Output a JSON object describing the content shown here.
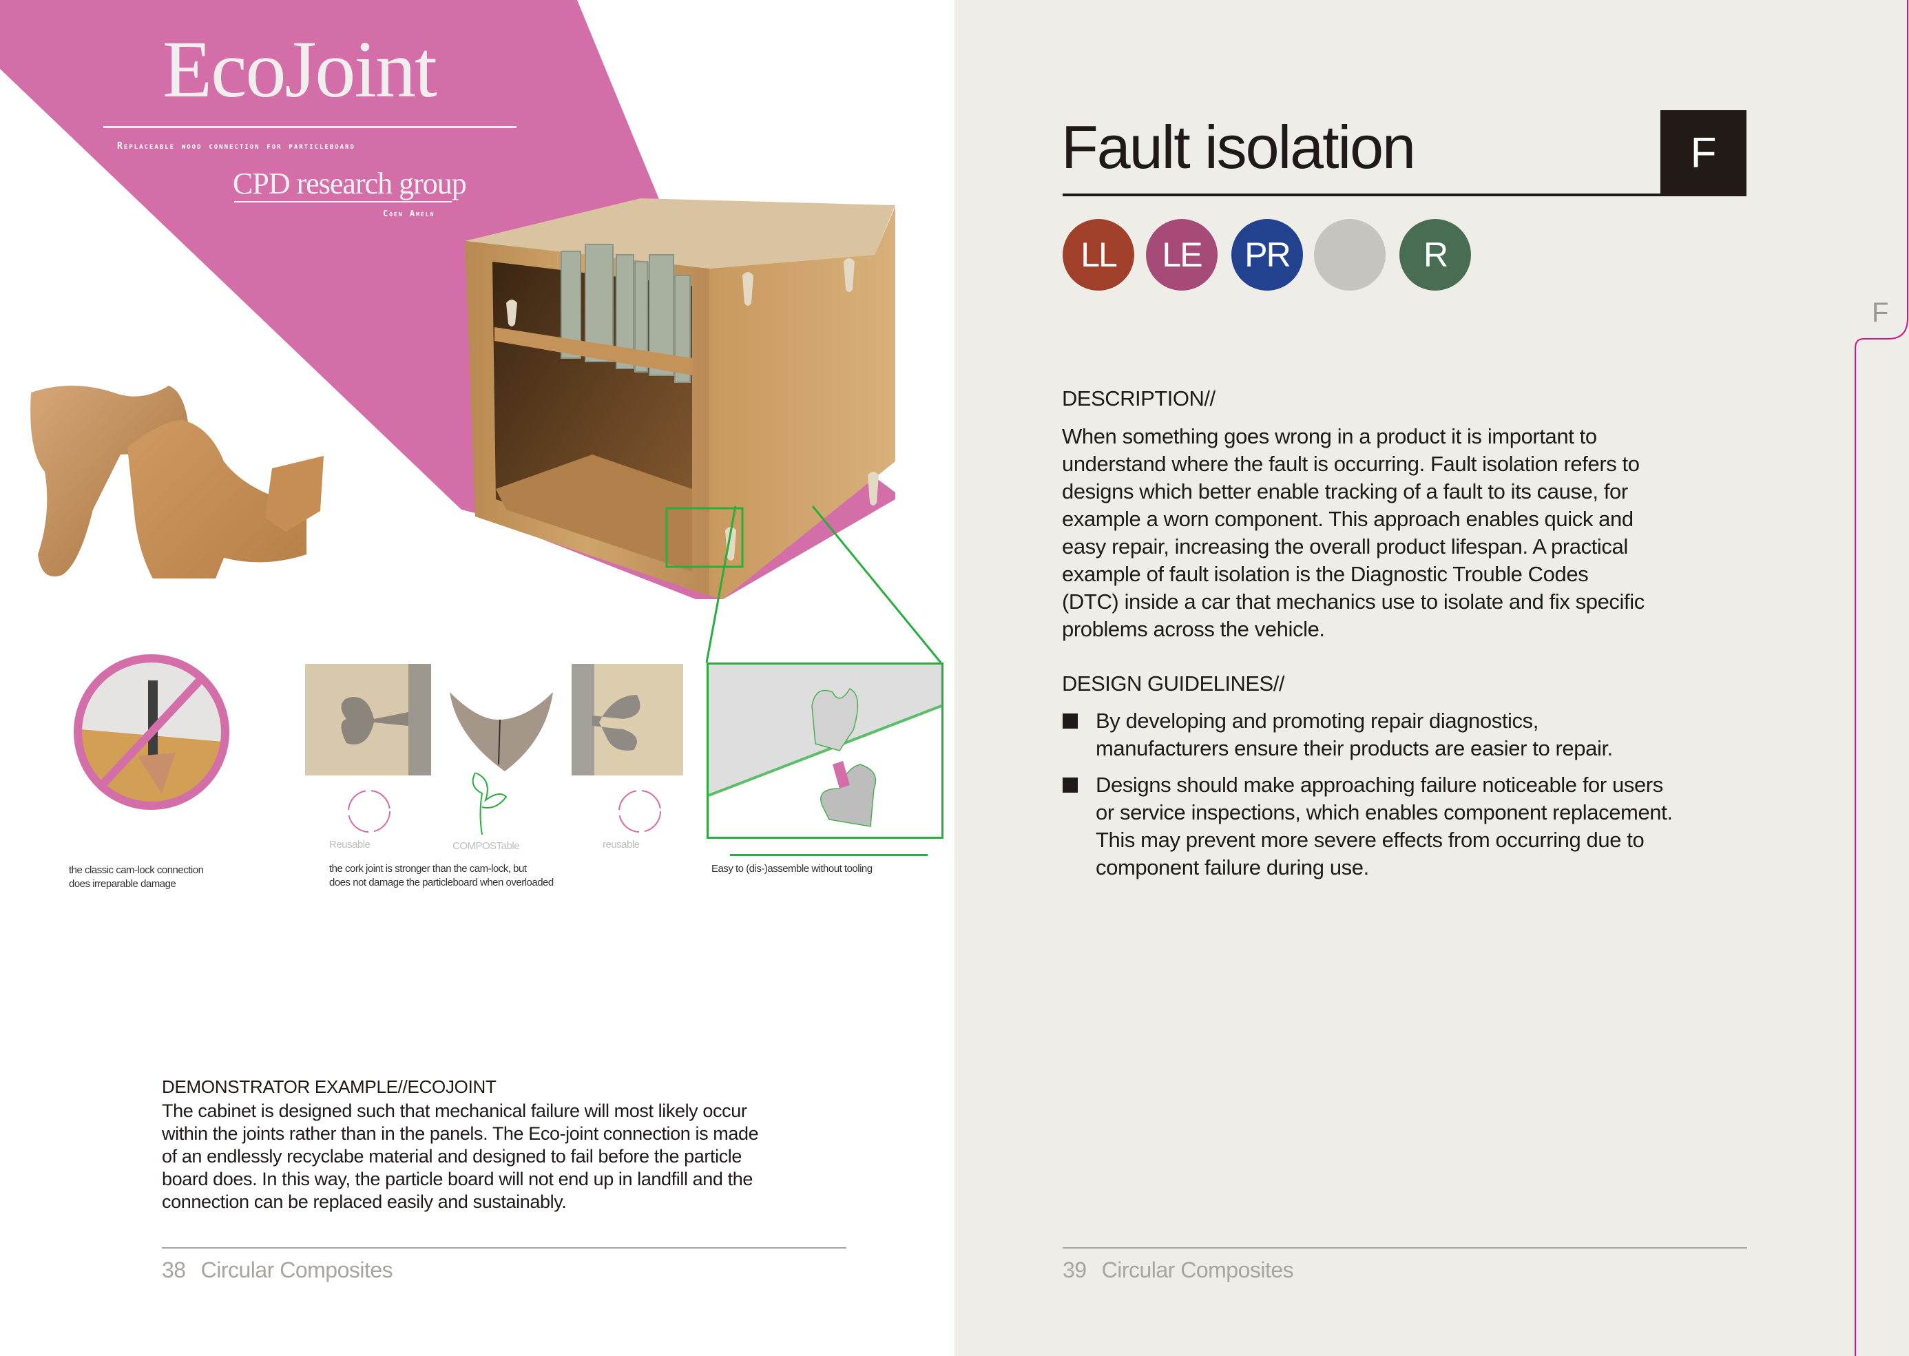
{
  "left_page": {
    "header": {
      "title": "EcoJoint",
      "subtitle": "Replaceable wood connection for particleboard",
      "group": "CPD research group",
      "author": "Coen Ameln"
    },
    "colors": {
      "brand_pink": "#D46EA8",
      "green_accent": "#27AE3E",
      "cork": "#C08A55"
    },
    "diagram": {
      "icon_labels": [
        "Reusable",
        "COMPOSTable",
        "reusable"
      ],
      "captions": {
        "cam_lock": [
          "the classic cam-lock connection",
          "does irreparable damage"
        ],
        "cork_joint": [
          "the cork joint is stronger than the cam-lock, but",
          "does not damage the particleboard when overloaded"
        ],
        "assembly": "Easy to (dis-)assemble without tooling"
      }
    },
    "demonstrator": {
      "heading": "DEMONSTRATOR EXAMPLE//ECOJOINT",
      "lines": [
        "The cabinet is designed such that mechanical failure will most likely occur",
        "within the joints rather than in the panels. The Eco-joint connection is made",
        "of an endlessly recyclabe material and designed to fail before the particle",
        "board does. In this way, the particle board will not end up in landfill and the",
        "connection can be replaced easily and sustainably."
      ]
    },
    "footer": {
      "page_number": "38",
      "book_title": "Circular Composites"
    }
  },
  "right_page": {
    "title": "Fault isolation",
    "section_letter": "F",
    "tab_letter": "F",
    "categories": [
      {
        "label": "LL",
        "color": "#A0402A"
      },
      {
        "label": "LE",
        "color": "#A64B78"
      },
      {
        "label": "PR",
        "color": "#22418F"
      },
      {
        "label": "",
        "color": "#C7C4BF"
      },
      {
        "label": "R",
        "color": "#496D53"
      }
    ],
    "description": {
      "heading": "DESCRIPTION//",
      "lines": [
        "When something goes wrong in a product it is important to",
        "understand where the fault is occurring. Fault isolation refers to",
        "designs which better enable tracking of a fault to its cause, for",
        "example a worn component. This approach enables quick and",
        "easy repair, increasing the overall product lifespan. A practical",
        "example of fault isolation is the Diagnostic Trouble Codes",
        "(DTC) inside a car that mechanics use to isolate and fix specific",
        "problems across the vehicle."
      ]
    },
    "guidelines": {
      "heading": "DESIGN GUIDELINES//",
      "items": [
        {
          "lines": [
            "By developing and promoting repair diagnostics,",
            "manufacturers ensure their products are easier to repair."
          ]
        },
        {
          "lines": [
            "Designs should make approaching failure noticeable for users",
            "or service inspections, which enables component replacement.",
            "This may prevent more severe effects from occurring due to",
            "component failure during use."
          ]
        }
      ]
    },
    "footer": {
      "page_number": "39",
      "book_title": "Circular Composites"
    },
    "colors": {
      "background": "#EFEDE8",
      "tab_line": "#D0168A",
      "text": "#1F1A17"
    }
  }
}
